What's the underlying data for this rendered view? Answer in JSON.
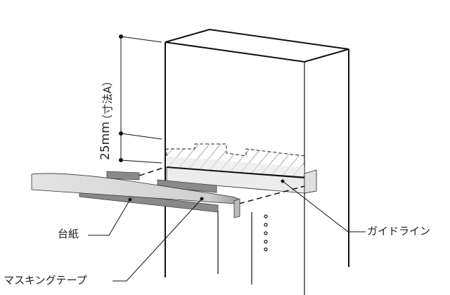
{
  "labels": {
    "backing_paper": "台紙",
    "masking_tape": "マスキングテープ",
    "guideline": "ガイドライン",
    "dim_25mm": "25mm",
    "dim_a": "（寸法A）"
  },
  "colors": {
    "line": "#111111",
    "tape": "#d9d9d9",
    "backing": "#8a8a8a",
    "guide": "#ececec"
  }
}
